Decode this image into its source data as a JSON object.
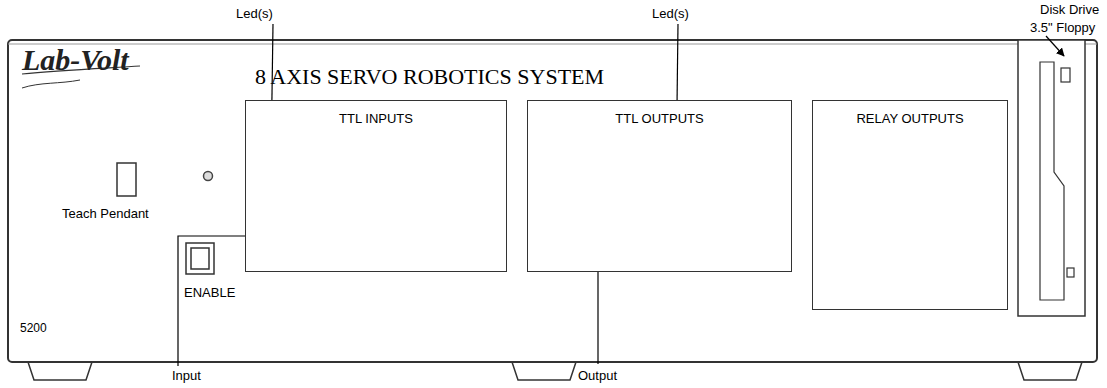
{
  "diagram": {
    "nodes": [
      {
        "text": [
          "TTL INPUTS"
        ]
      },
      {
        "text": [
          "TTL OUTPUTS"
        ]
      },
      {
        "text": [
          "RELAY OUTPUTS"
        ]
      }
    ],
    "labels": [
      "Led(s)",
      "Led(s)",
      "Disk Drive",
      "3.5\" Floppy",
      "Lab-Volt",
      "8 AXIS SERVO ROBOTICS SYSTEM",
      "Teach Pendant",
      "ENABLE",
      "5200",
      "Input",
      "Output"
    ]
  }
}
